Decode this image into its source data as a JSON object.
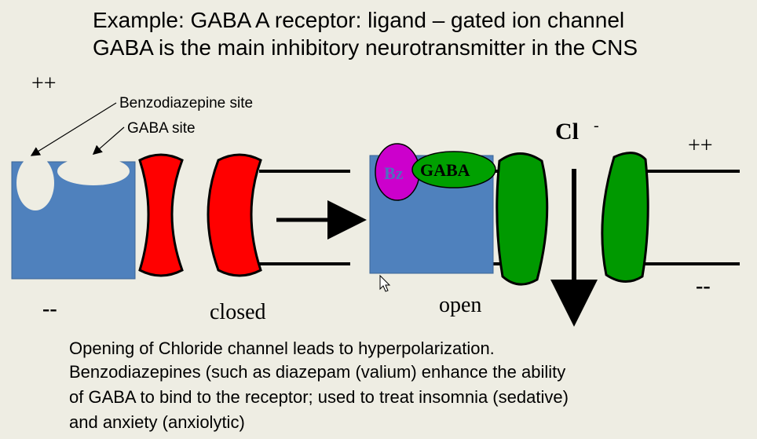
{
  "title": {
    "line1": "Example: GABA A receptor: ligand – gated ion channel",
    "line2": "GABA is the main inhibitory neurotransmitter in the CNS"
  },
  "diagram": {
    "labels": {
      "benzodiazepine_site": "Benzodiazepine site",
      "gaba_site": "GABA site",
      "plus_left": "++",
      "minus_left": "--",
      "closed": "closed",
      "open": "open",
      "chloride": "Cl",
      "chloride_charge": "-",
      "plus_right": "++",
      "minus_right": "--",
      "bz": "Bz",
      "gaba": "GABA"
    },
    "colors": {
      "receptor_blue": "#4F81BD",
      "channel_closed_red": "#FF0000",
      "channel_open_green": "#009900",
      "bz_magenta": "#CC00CC",
      "gaba_green": "#00A000",
      "site_pale": "#EEEDE3"
    }
  },
  "caption": {
    "line1": "Opening of Chloride channel leads to hyperpolarization.",
    "line2": "Benzodiazepines (such as diazepam (valium) enhance the ability",
    "line3": "of GABA to bind to the receptor; used to treat insomnia (sedative)",
    "line4": "and anxiety (anxiolytic)"
  }
}
